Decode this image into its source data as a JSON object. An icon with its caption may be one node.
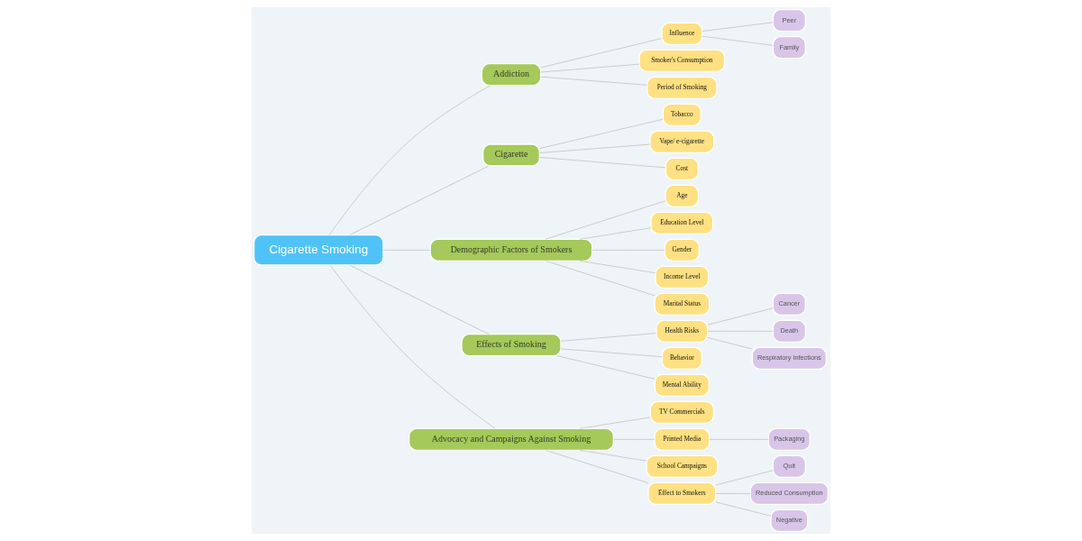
{
  "diagram": {
    "nodes": [
      {
        "text": [
          "Cigarette Smoking"
        ]
      },
      {
        "text": [
          "Addiction"
        ]
      },
      {
        "text": [
          "Influence"
        ]
      },
      {
        "text": [
          "Peer"
        ]
      },
      {
        "text": [
          "Family"
        ]
      },
      {
        "text": [
          "Smoker's Consumption"
        ]
      },
      {
        "text": [
          "Period of Smoking"
        ]
      },
      {
        "text": [
          "Cigarette"
        ]
      },
      {
        "text": [
          "Tobacco"
        ]
      },
      {
        "text": [
          "Vape/ e-cigarette"
        ]
      },
      {
        "text": [
          "Cost"
        ]
      },
      {
        "text": [
          "Demographic Factors of Smokers"
        ]
      },
      {
        "text": [
          "Age"
        ]
      },
      {
        "text": [
          "Education Level"
        ]
      },
      {
        "text": [
          "Gender"
        ]
      },
      {
        "text": [
          "Income Level"
        ]
      },
      {
        "text": [
          "Marital Status"
        ]
      },
      {
        "text": [
          "Effects of Smoking"
        ]
      },
      {
        "text": [
          "Health Risks"
        ]
      },
      {
        "text": [
          "Cancer"
        ]
      },
      {
        "text": [
          "Death"
        ]
      },
      {
        "text": [
          "Respiratory Infections"
        ]
      },
      {
        "text": [
          "Behavior"
        ]
      },
      {
        "text": [
          "Mental Ability"
        ]
      },
      {
        "text": [
          "Advocacy and Campaigns Against Smoking"
        ]
      },
      {
        "text": [
          "TV Commercials"
        ]
      },
      {
        "text": [
          "Printed Media"
        ]
      },
      {
        "text": [
          "Packaging"
        ]
      },
      {
        "text": [
          "School Campaigns"
        ]
      },
      {
        "text": [
          "Effect to Smokers"
        ]
      },
      {
        "text": [
          "Quit"
        ]
      },
      {
        "text": [
          "Reduced Consumption"
        ]
      },
      {
        "text": [
          "Negative"
        ]
      }
    ],
    "edges": [
      {
        "from": 0,
        "to": 1,
        "arrow": "none"
      },
      {
        "from": 1,
        "to": 2,
        "arrow": "none"
      },
      {
        "from": 2,
        "to": 3,
        "arrow": "none"
      },
      {
        "from": 2,
        "to": 4,
        "arrow": "none"
      },
      {
        "from": 1,
        "to": 5,
        "arrow": "none"
      },
      {
        "from": 1,
        "to": 6,
        "arrow": "none"
      },
      {
        "from": 0,
        "to": 7,
        "arrow": "none"
      },
      {
        "from": 7,
        "to": 8,
        "arrow": "none"
      },
      {
        "from": 7,
        "to": 9,
        "arrow": "none"
      },
      {
        "from": 7,
        "to": 10,
        "arrow": "none"
      },
      {
        "from": 0,
        "to": 11,
        "arrow": "none"
      },
      {
        "from": 11,
        "to": 12,
        "arrow": "none"
      },
      {
        "from": 11,
        "to": 13,
        "arrow": "none"
      },
      {
        "from": 11,
        "to": 14,
        "arrow": "none"
      },
      {
        "from": 11,
        "to": 15,
        "arrow": "none"
      },
      {
        "from": 11,
        "to": 16,
        "arrow": "none"
      },
      {
        "from": 0,
        "to": 17,
        "arrow": "none"
      },
      {
        "from": 17,
        "to": 18,
        "arrow": "none"
      },
      {
        "from": 18,
        "to": 19,
        "arrow": "none"
      },
      {
        "from": 18,
        "to": 20,
        "arrow": "none"
      },
      {
        "from": 18,
        "to": 21,
        "arrow": "none"
      },
      {
        "from": 17,
        "to": 22,
        "arrow": "none"
      },
      {
        "from": 17,
        "to": 23,
        "arrow": "none"
      },
      {
        "from": 0,
        "to": 24,
        "arrow": "none"
      },
      {
        "from": 24,
        "to": 25,
        "arrow": "none"
      },
      {
        "from": 24,
        "to": 26,
        "arrow": "none"
      },
      {
        "from": 26,
        "to": 27,
        "arrow": "none"
      },
      {
        "from": 24,
        "to": 28,
        "arrow": "none"
      },
      {
        "from": 24,
        "to": 29,
        "arrow": "none"
      },
      {
        "from": 29,
        "to": 30,
        "arrow": "none"
      },
      {
        "from": 29,
        "to": 31,
        "arrow": "none"
      },
      {
        "from": 29,
        "to": 32,
        "arrow": "none"
      }
    ]
  }
}
